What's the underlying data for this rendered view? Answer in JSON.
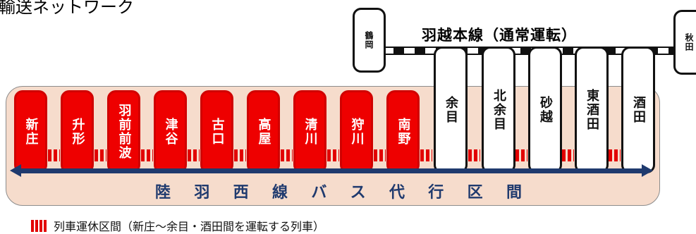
{
  "page_title": "輸送ネットワーク",
  "line_name": "羽越本線（通常運転）",
  "end_stations": {
    "left": "鶴岡",
    "right": "秋田"
  },
  "red_stations": [
    "新庄",
    "升形",
    "羽前前波",
    "津谷",
    "古口",
    "高屋",
    "清川",
    "狩川",
    "南野"
  ],
  "white_stations": [
    "余目",
    "北余目",
    "砂越",
    "東酒田",
    "酒田"
  ],
  "bus_section_label": [
    "陸",
    "羽",
    "西",
    "線",
    "バ",
    "ス",
    "代",
    "行",
    "区",
    "間"
  ],
  "legend_text": "列車運休区間（新庄～余目・酒田間を運転する列車）",
  "colors": {
    "suspended_red": "#ee0000",
    "bus_blue": "#1f3a6e",
    "region_fill": "#f6dccc"
  }
}
